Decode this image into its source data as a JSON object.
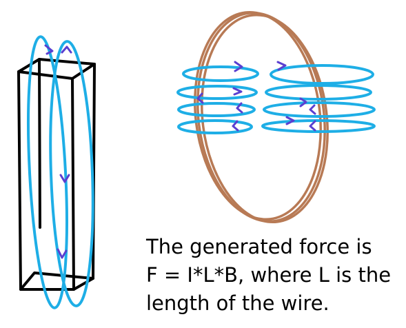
{
  "caption": {
    "line1": "The generated force is",
    "line2": "F = I*L*B, where L is the",
    "line3": "length of the wire."
  },
  "colors": {
    "field_loop": "#1eaee6",
    "arrow": "#5a3fd0",
    "coil": "#b87a55",
    "bar_outline": "#000000",
    "background": "#ffffff"
  },
  "figures": [
    {
      "name": "rectangular-bar",
      "field_loops": 2
    },
    {
      "name": "coil",
      "turns": 3,
      "field_loops_per_side": 4
    }
  ]
}
